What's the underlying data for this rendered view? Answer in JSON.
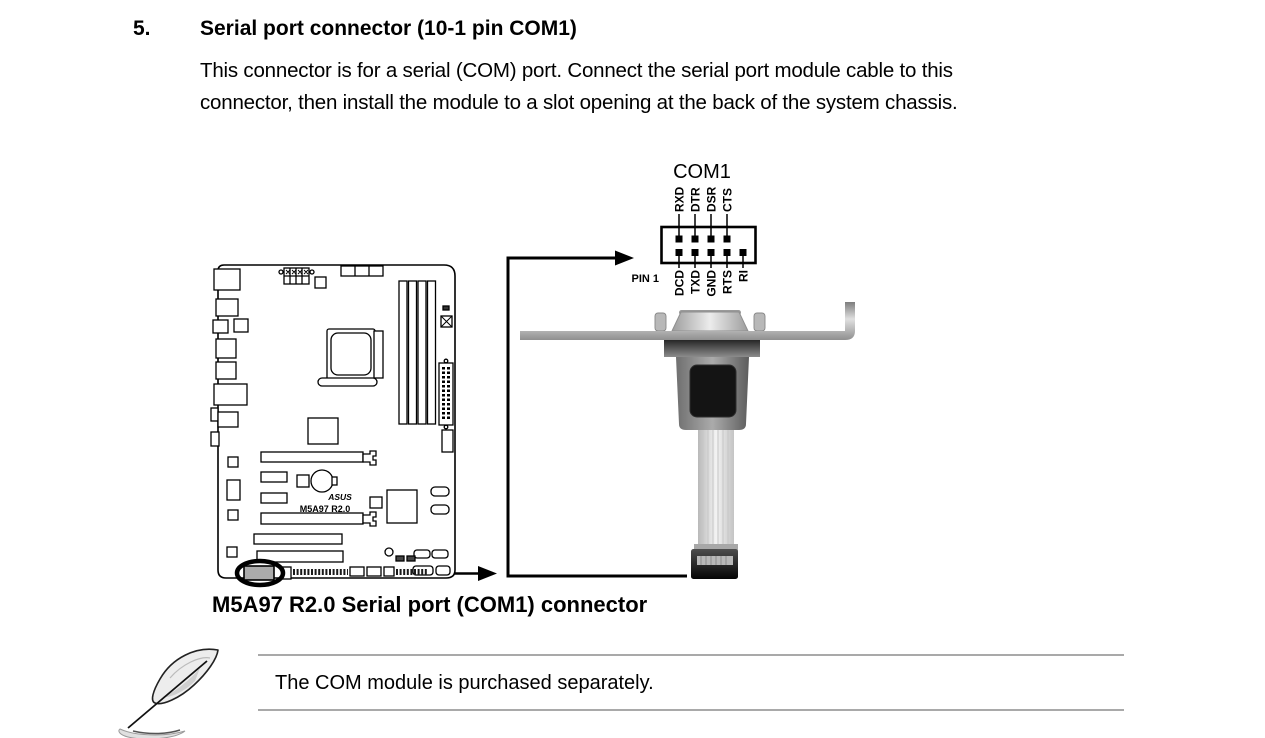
{
  "page": {
    "section_number": "5.",
    "section_title": "Serial port connector (10-1 pin COM1)",
    "body_line1": "This connector is for a serial (COM) port. Connect the serial port module cable to this",
    "body_line2": "connector, then install the module to a slot opening at the back of the system chassis.",
    "caption": "M5A97 R2.0 Serial port (COM1) connector"
  },
  "diagram": {
    "connector_label": "COM1",
    "pin1_label": "PIN 1",
    "top_pins": [
      "RXD",
      "DTR",
      "DSR",
      "CTS"
    ],
    "bottom_pins": [
      "DCD",
      "TXD",
      "GND",
      "RTS",
      "RI"
    ],
    "board_brand": "ASUS",
    "board_model": "M5A97 R2.0"
  },
  "note": {
    "text": "The COM module is purchased separately."
  },
  "colors": {
    "text": "#000000",
    "note_rule": "#a9a9a9",
    "bracket_gray": "#9b9b9b",
    "cable_gray": "#e2e2e2",
    "connector_black": "#0a0a0a"
  }
}
